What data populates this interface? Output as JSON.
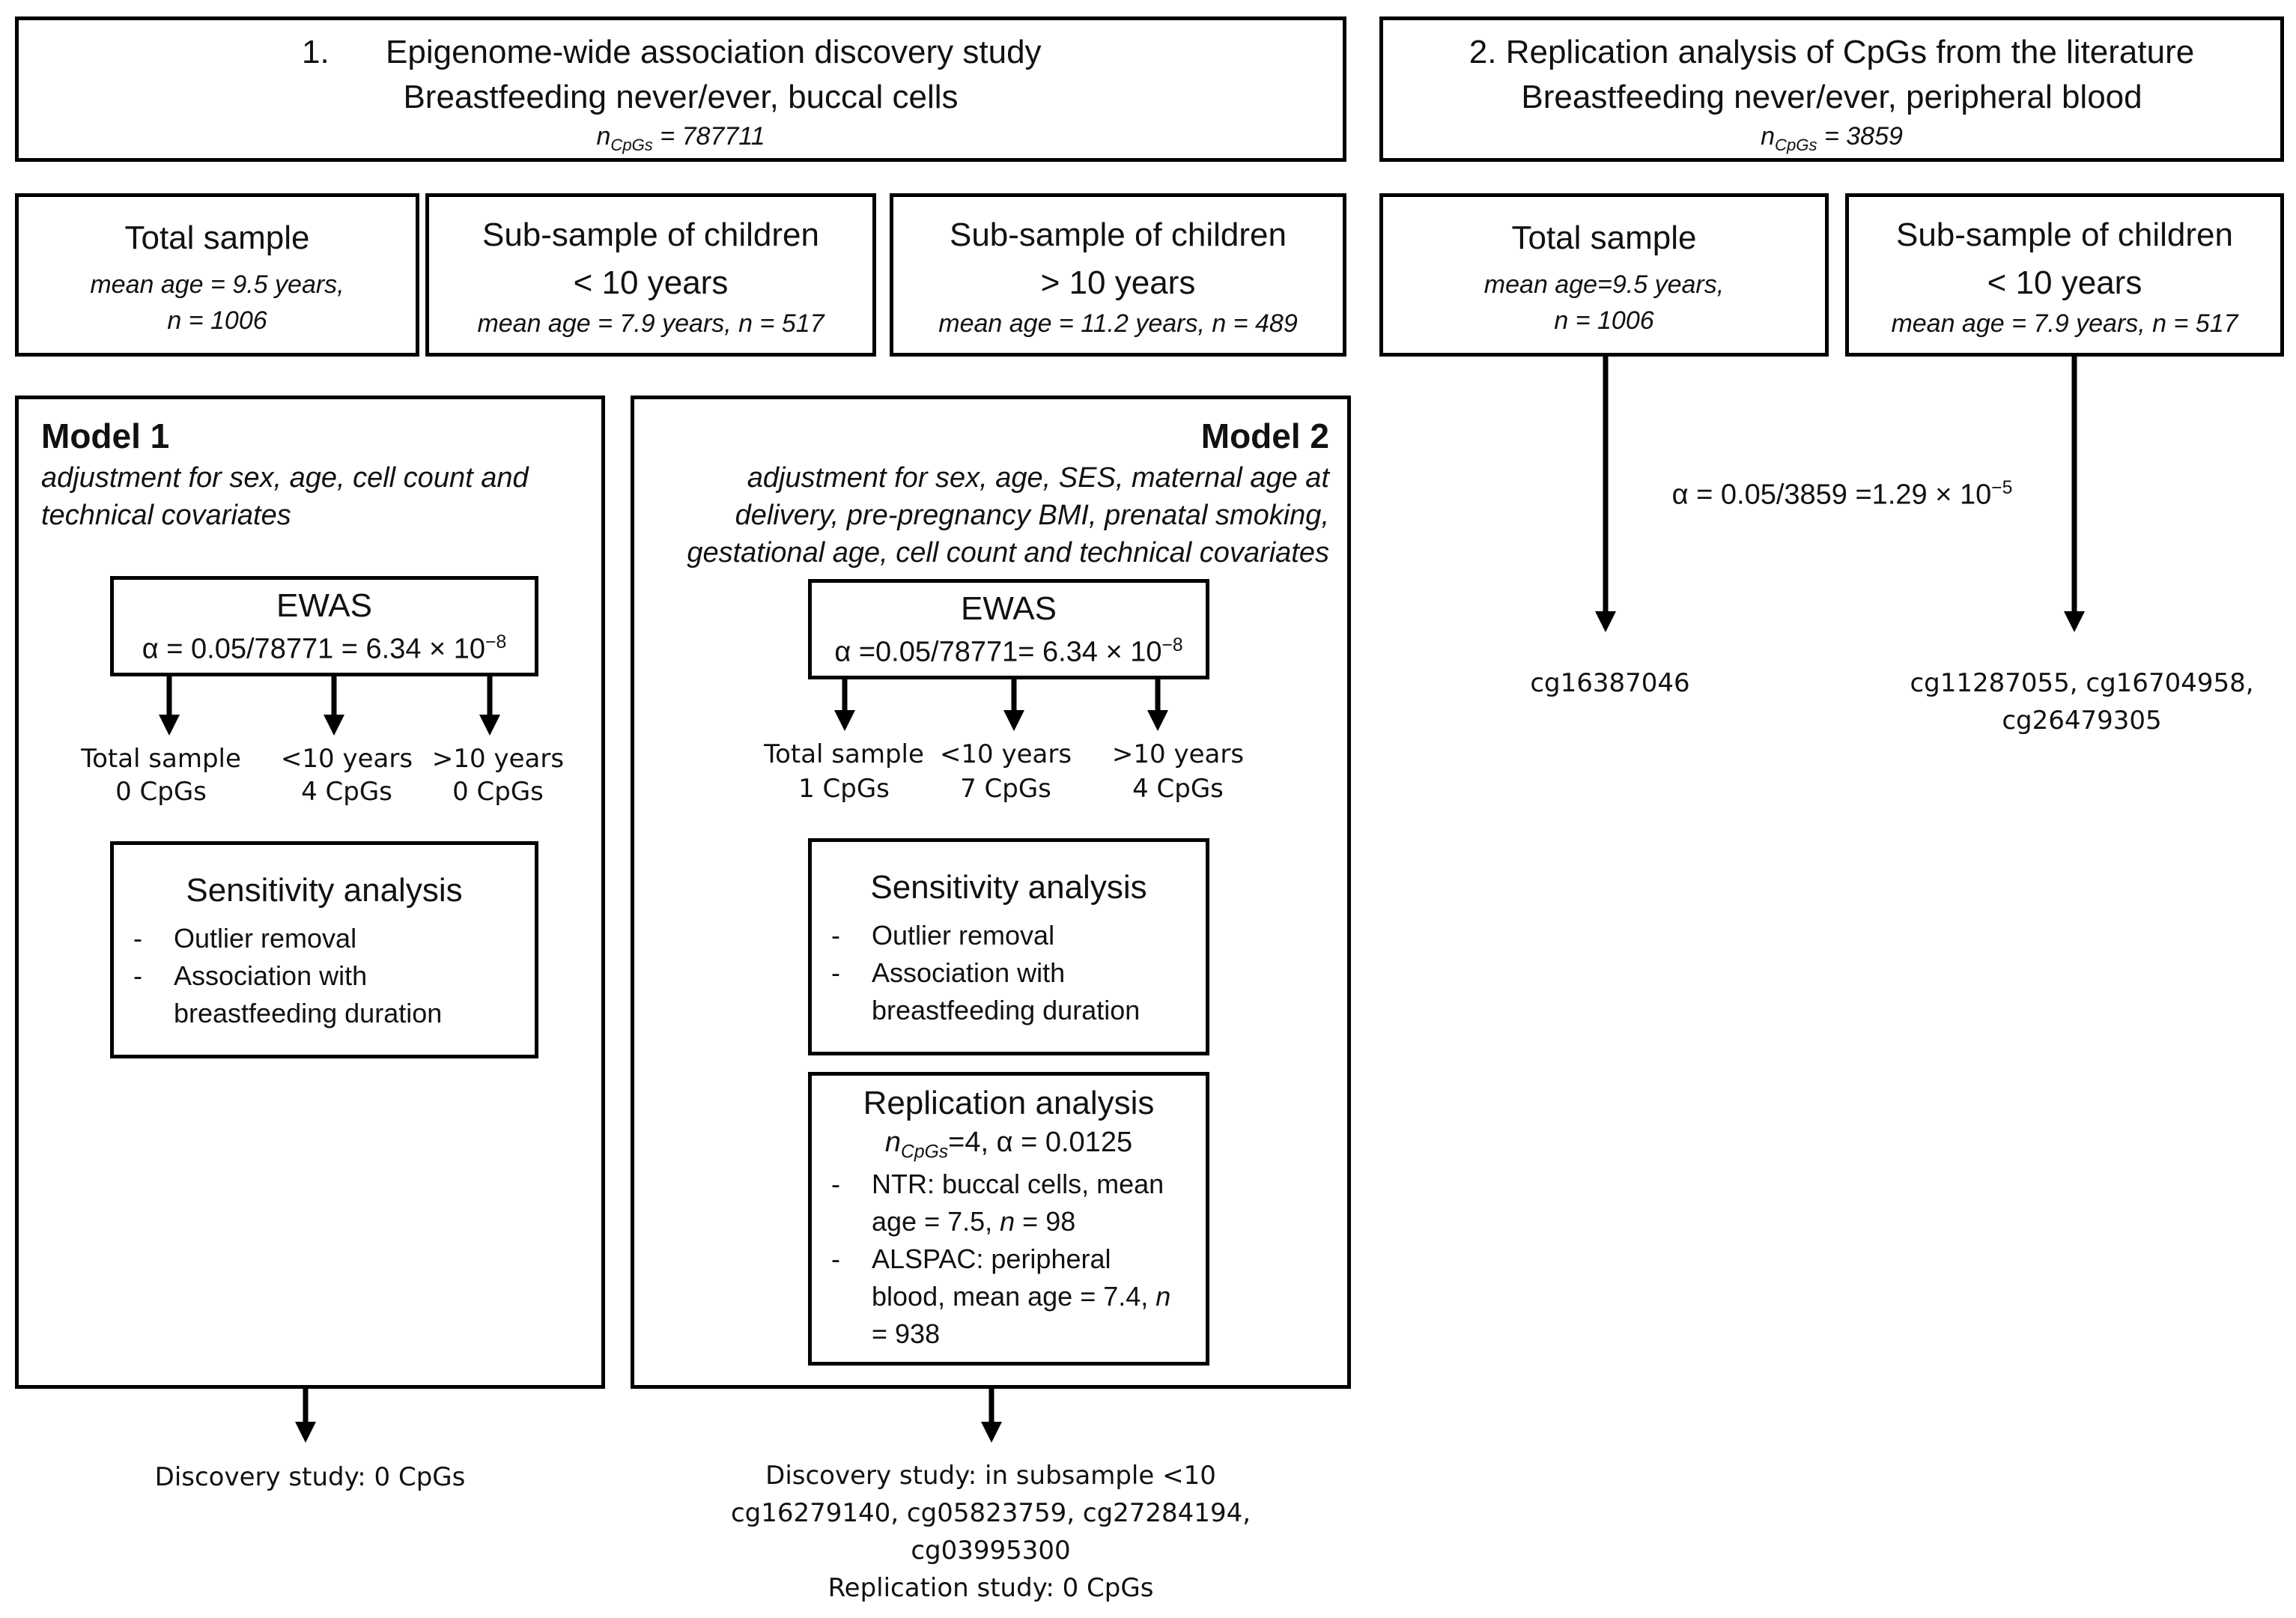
{
  "study1": {
    "number": "1.",
    "title": "Epigenome-wide association discovery study",
    "subtitle": "Breastfeeding never/ever, buccal cells",
    "n_label": "n",
    "n_sub": "CpGs",
    "n_value": " = 787711"
  },
  "study2": {
    "title": "2. Replication analysis of CpGs from the literature",
    "subtitle": "Breastfeeding never/ever, peripheral blood",
    "n_label": "n",
    "n_sub": "CpGs",
    "n_value": " = 3859"
  },
  "samples1": [
    {
      "title": "Total sample",
      "line2": "",
      "detail1": "mean age = 9.5 years,",
      "detail2": "n = 1006"
    },
    {
      "title": "Sub-sample of children",
      "line2": "< 10 years",
      "detail1": "mean age = 7.9 years, n = 517",
      "detail2": ""
    },
    {
      "title": "Sub-sample of children",
      "line2": "> 10 years",
      "detail1": "mean age = 11.2 years, n = 489",
      "detail2": ""
    }
  ],
  "samples2": [
    {
      "title": "Total sample",
      "line2": "",
      "detail1": "mean age=9.5 years,",
      "detail2": "n = 1006"
    },
    {
      "title": "Sub-sample of children",
      "line2": "< 10 years",
      "detail1": "mean age = 7.9 years, n = 517",
      "detail2": ""
    }
  ],
  "model1": {
    "title": "Model 1",
    "desc": [
      "adjustment for sex, age, cell count and",
      "technical covariates"
    ],
    "ewas_title": "EWAS",
    "ewas_alpha": "α = 0.05/78771 = 6.34 × 10",
    "ewas_exp": "−8",
    "results": [
      {
        "label": "Total sample",
        "count": "0 CpGs"
      },
      {
        "label": "<10 years",
        "count": "4 CpGs"
      },
      {
        "label": ">10 years",
        "count": "0 CpGs"
      }
    ],
    "sens_title": "Sensitivity analysis",
    "sens_items": [
      "Outlier removal",
      "Association with breastfeeding duration"
    ],
    "outcome": "Discovery study: 0 CpGs"
  },
  "model2": {
    "title": "Model 2",
    "desc": [
      "adjustment for sex, age, SES, maternal age at",
      "delivery, pre-pregnancy BMI, prenatal smoking,",
      "gestational age, cell count and technical covariates"
    ],
    "ewas_title": "EWAS",
    "ewas_alpha": "α =0.05/78771= 6.34 × 10",
    "ewas_exp": "−8",
    "results": [
      {
        "label": "Total sample",
        "count": "1 CpGs"
      },
      {
        "label": "<10 years",
        "count": "7 CpGs"
      },
      {
        "label": ">10 years",
        "count": "4 CpGs"
      }
    ],
    "sens_title": "Sensitivity analysis",
    "sens_items": [
      "Outlier removal",
      "Association with breastfeeding duration"
    ],
    "rep_title": "Replication analysis",
    "rep_n_label": "n",
    "rep_n_sub": "CpGs",
    "rep_n_value": "=4, α = 0.0125",
    "rep_items": [
      {
        "pre": "NTR: buccal cells, mean age = 7.5, ",
        "ital": "n",
        "post": " = 98"
      },
      {
        "pre": "ALSPAC: peripheral blood, mean age = 7.4, ",
        "ital": "n",
        "post": " = 938"
      }
    ],
    "outcome": [
      "Discovery study: in subsample <10",
      "cg16279140, cg05823759, cg27284194,",
      "cg03995300",
      "Replication study: 0 CpGs"
    ]
  },
  "replication": {
    "alpha": "α = 0.05/3859 =1.29 × 10",
    "alpha_exp": "−5",
    "result_total": "cg16387046",
    "result_sub": [
      "cg11287055, cg16704958,",
      "cg26479305"
    ]
  }
}
